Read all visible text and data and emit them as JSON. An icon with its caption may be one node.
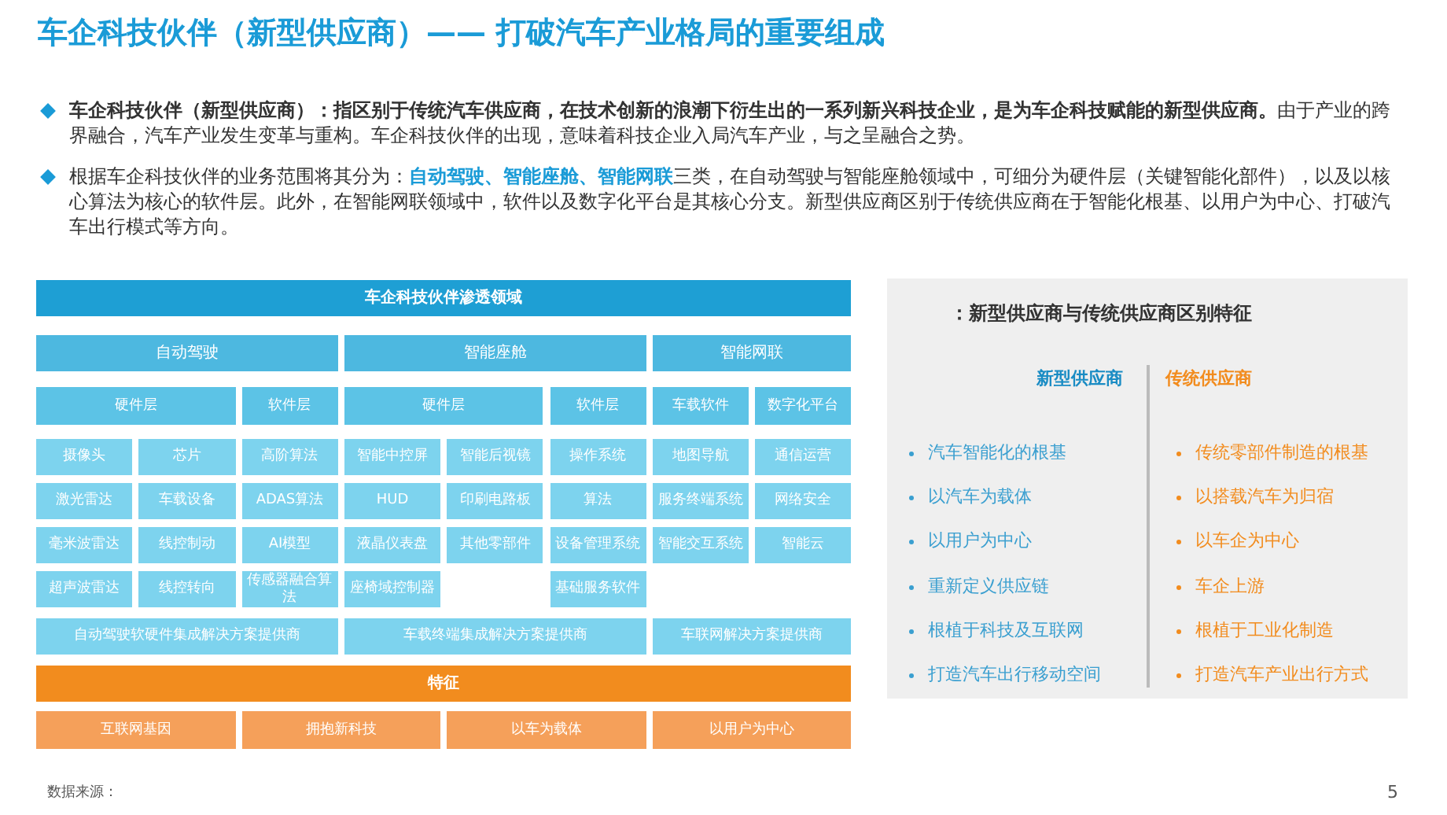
{
  "diagram": {
    "title": "车企科技伙伴（新型供应商）—— 打破汽车产业格局的重要组成",
    "nodes": [
      {
        "text": [
          "车企科技伙伴渗透领域"
        ]
      },
      {
        "text": [
          "自动驾驶"
        ]
      },
      {
        "text": [
          "智能座舱"
        ]
      },
      {
        "text": [
          "智能网联"
        ]
      },
      {
        "text": [
          "硬件层"
        ]
      },
      {
        "text": [
          "软件层"
        ]
      },
      {
        "text": [
          "硬件层"
        ]
      },
      {
        "text": [
          "软件层"
        ]
      },
      {
        "text": [
          "车载软件"
        ]
      },
      {
        "text": [
          "数字化平台"
        ]
      },
      {
        "text": [
          "摄像头"
        ]
      },
      {
        "text": [
          "芯片"
        ]
      },
      {
        "text": [
          "高阶算法"
        ]
      },
      {
        "text": [
          "智能中控屏"
        ]
      },
      {
        "text": [
          "智能后视镜"
        ]
      },
      {
        "text": [
          "操作系统"
        ]
      },
      {
        "text": [
          "地图导航"
        ]
      },
      {
        "text": [
          "通信运营"
        ]
      },
      {
        "text": [
          "激光雷达"
        ]
      },
      {
        "text": [
          "车载设备"
        ]
      },
      {
        "text": [
          "ADAS算法"
        ]
      },
      {
        "text": [
          "HUD"
        ]
      },
      {
        "text": [
          "印刷电路板"
        ]
      },
      {
        "text": [
          "算法"
        ]
      },
      {
        "text": [
          "服务终端系统"
        ]
      },
      {
        "text": [
          "网络安全"
        ]
      },
      {
        "text": [
          "毫米波雷达"
        ]
      },
      {
        "text": [
          "线控制动"
        ]
      },
      {
        "text": [
          "AI模型"
        ]
      },
      {
        "text": [
          "液晶仪表盘"
        ]
      },
      {
        "text": [
          "其他零部件"
        ]
      },
      {
        "text": [
          "设备管理系统"
        ]
      },
      {
        "text": [
          "智能交互系统"
        ]
      },
      {
        "text": [
          "智能云"
        ]
      },
      {
        "text": [
          "超声波雷达"
        ]
      },
      {
        "text": [
          "线控转向"
        ]
      },
      {
        "text": [
          "传感器融合算法"
        ]
      },
      {
        "text": [
          "座椅域控制器"
        ]
      },
      {
        "text": [
          "基础服务软件"
        ]
      },
      {
        "text": [
          "自动驾驶软硬件集成解决方案提供商"
        ]
      },
      {
        "text": [
          "车载终端集成解决方案提供商"
        ]
      },
      {
        "text": [
          "车联网解决方案提供商"
        ]
      },
      {
        "text": [
          "特征"
        ]
      },
      {
        "text": [
          "互联网基因"
        ]
      },
      {
        "text": [
          "拥抱新科技"
        ]
      },
      {
        "text": [
          "以车为载体"
        ]
      },
      {
        "text": [
          "以用户为中心"
        ]
      },
      {
        "text": [
          "：新型供应商与传统供应商区别特征"
        ]
      }
    ],
    "labels": [
      "**车企科技伙伴（新型供应商）：指区别于传统汽车供应商，在技术创新的浪潮下衍生出的一系列新兴科技企业，是为车企科技赋能的新型供应商。**由于产业的跨界融合，汽车产业发生变革与重构。车企科技伙伴的出现，意味着科技企业入局汽车产业，与之呈融合之势。",
      "根据车企科技伙伴的业务范围将其分为：**自动驾驶、智能座舱、智能网联**三类，在自动驾驶与智能座舱领域中，可细分为硬件层（关键智能化部件），以及以核心算法为核心的软件层。此外，在智能网联领域中，软件以及数字化平台是其核心分支。新型供应商区别于传统供应商在于智能化根基、以用户为中心、打破汽车出行模式等方向。",
      "新型供应商",
      "汽车智能化的根基",
      "以汽车为载体",
      "以用户为中心",
      "重新定义供应链",
      "根植于科技及互联网",
      "打造汽车出行移动空间",
      "传统供应商",
      "传统零部件制造的根基",
      "以搭载汽车为归宿",
      "以车企为中心",
      "车企上游",
      "根植于工业化制造",
      "打造汽车产业出行方式",
      "数据来源：",
      "5"
    ]
  }
}
